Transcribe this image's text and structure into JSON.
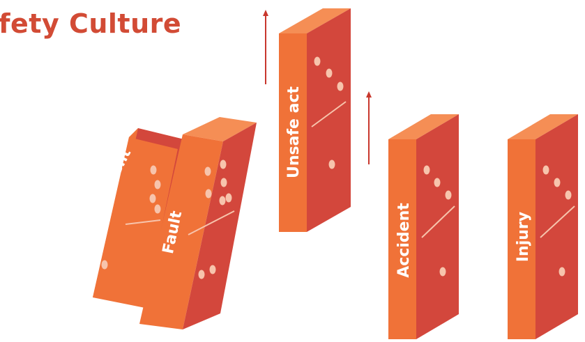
{
  "title": "fety Culture",
  "dominoes": [
    {
      "label": "Social Environment"
    },
    {
      "label": "Fault"
    },
    {
      "label": "Unsafe act"
    },
    {
      "label": "Accident"
    },
    {
      "label": "Injury"
    }
  ],
  "colors": {
    "title": "#d24b35",
    "front": "#f07238",
    "side": "#d3473c",
    "top": "#f58e55",
    "pip": "#f7c4ac",
    "arrow": "#c8372d"
  }
}
